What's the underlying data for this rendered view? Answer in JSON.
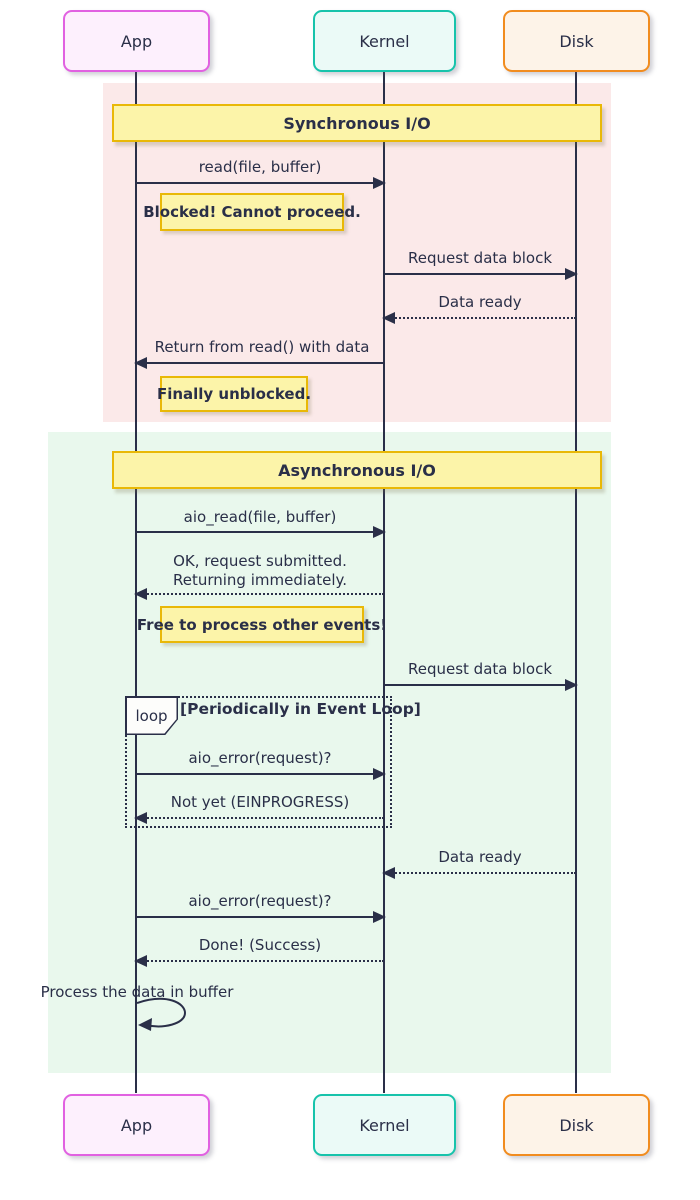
{
  "diagram": {
    "type": "sequence",
    "actors": [
      {
        "id": "app",
        "label": "App"
      },
      {
        "id": "kernel",
        "label": "Kernel"
      },
      {
        "id": "disk",
        "label": "Disk"
      }
    ],
    "sections": {
      "sync": {
        "title": "Synchronous I/O"
      },
      "async": {
        "title": "Asynchronous I/O"
      }
    },
    "messages": {
      "read": {
        "label": "read(file, buffer)",
        "from": "App",
        "to": "Kernel",
        "style": "solid"
      },
      "request_block_1": {
        "label": "Request data block",
        "from": "Kernel",
        "to": "Disk",
        "style": "solid"
      },
      "data_ready_1": {
        "label": "Data ready",
        "from": "Disk",
        "to": "Kernel",
        "style": "dotted"
      },
      "return_read": {
        "label": "Return from read() with data",
        "from": "Kernel",
        "to": "App",
        "style": "solid"
      },
      "aio_read": {
        "label": "aio_read(file, buffer)",
        "from": "App",
        "to": "Kernel",
        "style": "solid"
      },
      "ok_line1": {
        "label": "OK, request submitted."
      },
      "ok_line2": {
        "label": "Returning immediately."
      },
      "request_block_2": {
        "label": "Request data block",
        "from": "Kernel",
        "to": "Disk",
        "style": "solid"
      },
      "aio_error_1": {
        "label": "aio_error(request)?",
        "from": "App",
        "to": "Kernel",
        "style": "solid"
      },
      "not_yet": {
        "label": "Not yet (EINPROGRESS)",
        "from": "Kernel",
        "to": "App",
        "style": "dotted"
      },
      "data_ready_2": {
        "label": "Data ready",
        "from": "Disk",
        "to": "Kernel",
        "style": "dotted"
      },
      "aio_error_2": {
        "label": "aio_error(request)?",
        "from": "App",
        "to": "Kernel",
        "style": "solid"
      },
      "done": {
        "label": "Done! (Success)",
        "from": "Kernel",
        "to": "App",
        "style": "dotted"
      },
      "process_data": {
        "label": "Process the data in buffer",
        "from": "App",
        "to": "App",
        "style": "self"
      }
    },
    "notes": {
      "blocked": {
        "label": "Blocked! Cannot proceed."
      },
      "unblocked": {
        "label": "Finally unblocked."
      },
      "free": {
        "label": "Free to process other events!"
      }
    },
    "loop": {
      "label": "loop",
      "condition": "[Periodically in Event Loop]"
    },
    "colors": {
      "ink": "#2a2f48",
      "note_fill": "#fcf4a9",
      "note_border": "#e9b807",
      "sync_section_bg": "#fbe9e9",
      "async_section_bg": "#e9f8ed",
      "app_border": "#e161e1",
      "app_fill": "#fdf0fd",
      "kernel_border": "#17c3ab",
      "kernel_fill": "#ebfaf7",
      "disk_border": "#f18c1f",
      "disk_fill": "#fdf3e8"
    }
  }
}
